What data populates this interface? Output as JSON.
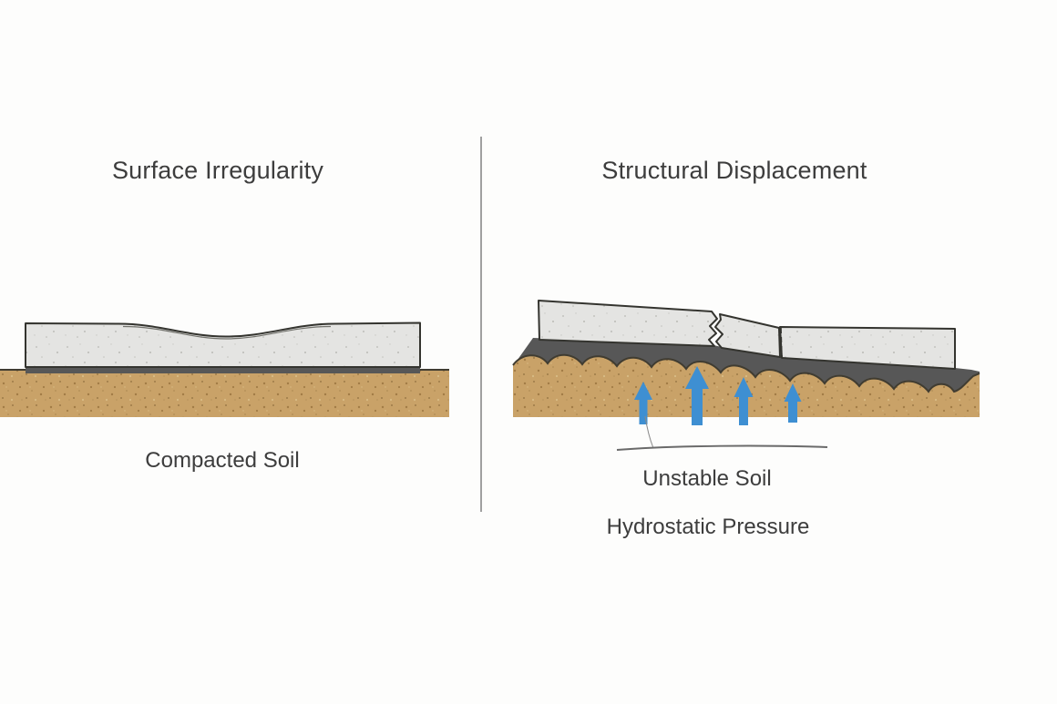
{
  "page": {
    "background": "#fdfdfc"
  },
  "left_panel": {
    "title": "Surface Irregularity",
    "caption": "Compacted Soil"
  },
  "right_panel": {
    "title": "Structural Displacement",
    "soil_caption": "Unstable Soil",
    "pressure_caption": "Hydrostatic Pressure",
    "pressure_arrows": 4
  },
  "colors": {
    "background": "#fdfdfc",
    "text": "#3d3d3d",
    "concrete": "#e4e4e2",
    "concrete-outline": "#34342f",
    "subbase": "#575757",
    "soil": "#c9a268",
    "soil-speckle": "#a27c46",
    "soil-outline": "#403c31",
    "arrow-blue": "#3e8fd2",
    "divider": "#a0a0a0"
  }
}
